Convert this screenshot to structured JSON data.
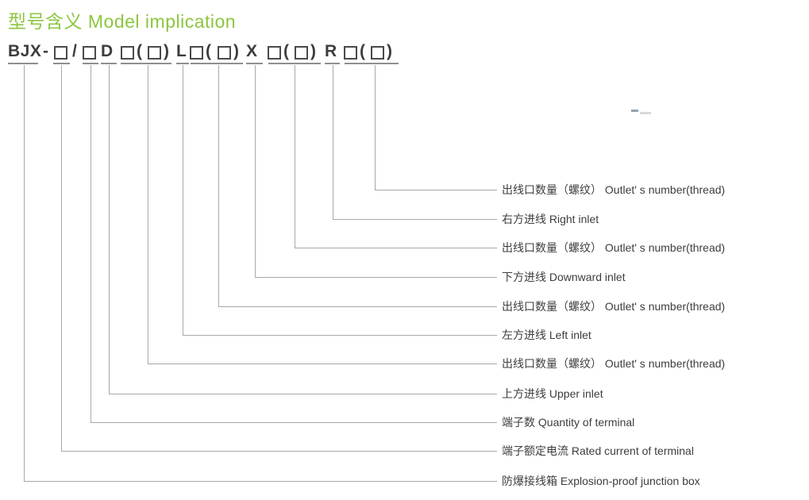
{
  "title": "型号含义 Model implication",
  "colors": {
    "accent": "#8CC63F",
    "ink": "#3D3D3D",
    "line": "#A8A8A8",
    "underline": "#8F8F8F",
    "box-border": "#4A4A4A",
    "artifact-blue": "#8FA3B0",
    "artifact-gray": "#D9D9D9"
  },
  "model_code": {
    "full_code": "BJX-□/□D□(□)L□(□)X□(□)R□(□)",
    "letters_bjx": "BJX",
    "dash": "-",
    "slash": "/",
    "letter_d": "D",
    "letter_l": "L",
    "letter_x": "X",
    "letter_r": "R",
    "paren_open": "(",
    "paren_close": ")"
  },
  "callouts": [
    {
      "code_segment": "□(□) after R",
      "label": "出线口数量（螺纹） Outlet' s number(thread)"
    },
    {
      "code_segment": "R",
      "label": "右方进线 Right inlet"
    },
    {
      "code_segment": "□(□) after X",
      "label": "出线口数量（螺纹） Outlet' s number(thread)"
    },
    {
      "code_segment": "X",
      "label": "下方进线 Downward inlet"
    },
    {
      "code_segment": "□(□) after L",
      "label": "出线口数量（螺纹） Outlet' s number(thread)"
    },
    {
      "code_segment": "L",
      "label": "左方进线 Left inlet"
    },
    {
      "code_segment": "□(□) after D",
      "label": "出线口数量（螺纹） Outlet' s number(thread)"
    },
    {
      "code_segment": "D",
      "label": "上方进线 Upper inlet"
    },
    {
      "code_segment": "second □",
      "label": "端子数 Quantity of terminal"
    },
    {
      "code_segment": "first □",
      "label": "端子额定电流 Rated current of terminal"
    },
    {
      "code_segment": "BJX",
      "label": "防爆接线箱 Explosion-proof junction box"
    }
  ]
}
